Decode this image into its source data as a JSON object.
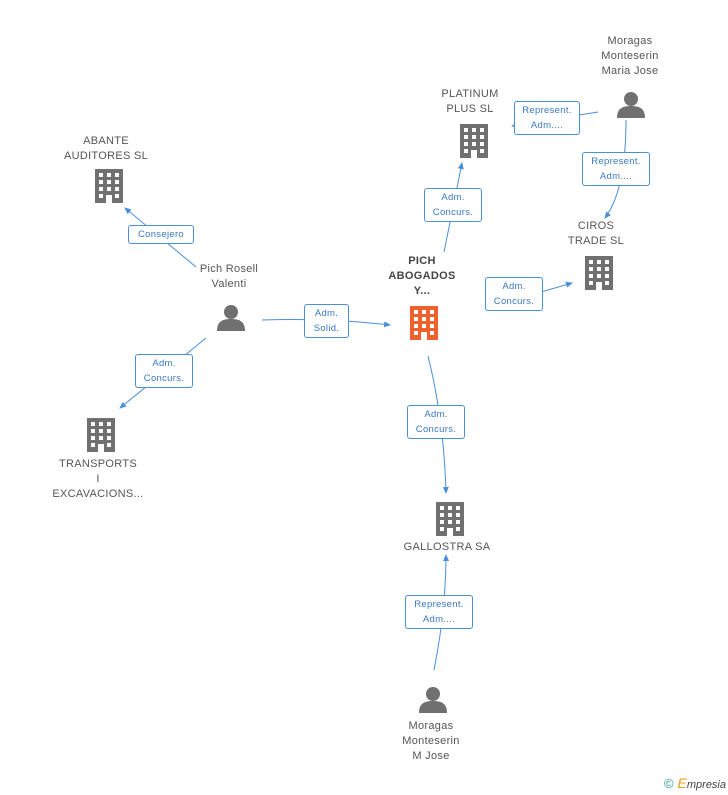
{
  "nodes": {
    "center": {
      "lines": [
        "PICH",
        "ABOGADOS",
        "Y..."
      ]
    },
    "platinum": {
      "lines": [
        "PLATINUM",
        "PLUS SL"
      ]
    },
    "moragas_maria": {
      "lines": [
        "Moragas",
        "Monteserin",
        "Maria Jose"
      ]
    },
    "abante": {
      "lines": [
        "ABANTE",
        "AUDITORES SL"
      ]
    },
    "pich_rosell": {
      "lines": [
        "Pich Rosell",
        "Valenti"
      ]
    },
    "ciros": {
      "lines": [
        "CIROS",
        "TRADE SL"
      ]
    },
    "transports": {
      "lines": [
        "TRANSPORTS",
        "I",
        "EXCAVACIONS..."
      ]
    },
    "gallostra": {
      "lines": [
        "GALLOSTRA SA"
      ]
    },
    "moragas_mjose": {
      "lines": [
        "Moragas",
        "Monteserin",
        "M Jose"
      ]
    }
  },
  "relations": {
    "represent_platinum": [
      "Represent.",
      "Adm...."
    ],
    "represent_ciros": [
      "Represent.",
      "Adm...."
    ],
    "adm_concurs_platinum": [
      "Adm.",
      "Concurs."
    ],
    "consejero": [
      "Consejero"
    ],
    "adm_solid": [
      "Adm.",
      "Solid."
    ],
    "adm_concurs_ciros": [
      "Adm.",
      "Concurs."
    ],
    "adm_concurs_transports": [
      "Adm.",
      "Concurs."
    ],
    "adm_concurs_gallostra": [
      "Adm.",
      "Concurs."
    ],
    "represent_gallostra": [
      "Represent.",
      "Adm...."
    ]
  },
  "footer": {
    "copyright": "©",
    "brand_initial": "E",
    "brand_rest": "mpresia"
  },
  "colors": {
    "edge": "#4a90d9",
    "building": "#707070",
    "center_building": "#f0622d",
    "person": "#707070"
  }
}
